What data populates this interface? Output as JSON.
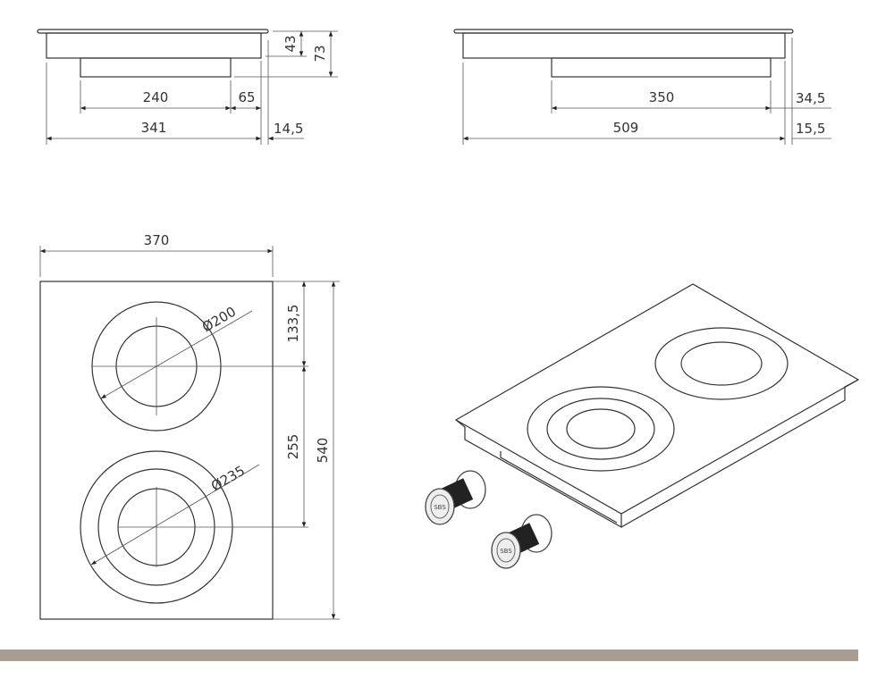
{
  "colors": {
    "line": "#333333",
    "footer": "#a99c90"
  },
  "side_view_short": {
    "height_top": "43",
    "height_total": "73",
    "inner_width": "240",
    "offset": "65",
    "total_width": "341",
    "edge": "14,5"
  },
  "side_view_long": {
    "inner_width": "350",
    "offset": "34,5",
    "total_width": "509",
    "edge": "15,5"
  },
  "plan_view": {
    "width": "370",
    "depth": "540",
    "front_offset": "133,5",
    "burner_spacing": "255",
    "burner_small": "Ø200",
    "burner_large": "Ø235"
  },
  "knobs": {
    "label": "SBS"
  }
}
